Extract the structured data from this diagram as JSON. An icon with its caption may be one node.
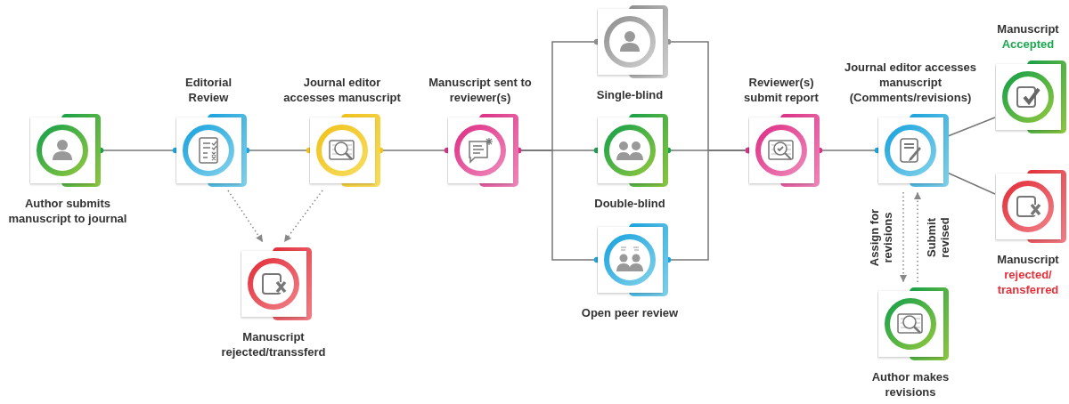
{
  "diagram": {
    "nodes": [
      {
        "text": [
          "Author submits manuscript to journal"
        ]
      },
      {
        "text": [
          "Editorial Review"
        ]
      },
      {
        "text": [
          "Journal editor accesses manuscript"
        ]
      },
      {
        "text": [
          "Manuscript sent to reviewer(s)"
        ]
      },
      {
        "text": [
          "Single-blind"
        ]
      },
      {
        "text": [
          "Double-blind"
        ]
      },
      {
        "text": [
          "Open peer review"
        ]
      },
      {
        "text": [
          "Reviewer(s) submit report"
        ]
      },
      {
        "text": [
          "Journal editor accesses manuscript (Comments/revisions)"
        ]
      },
      {
        "text": [
          "Manuscript",
          "Accepted"
        ]
      },
      {
        "text": [
          "Manuscript",
          "rejected/ transferred"
        ]
      },
      {
        "text": [
          "Author makes revisions"
        ]
      },
      {
        "text": [
          "Manuscript rejected/transsferd"
        ]
      }
    ],
    "edges": [
      {
        "from": 0,
        "to": 1,
        "arrow": "other"
      },
      {
        "from": 1,
        "to": 2,
        "arrow": "other"
      },
      {
        "from": 2,
        "to": 3,
        "arrow": "other"
      },
      {
        "from": 3,
        "to": 4,
        "arrow": "other"
      },
      {
        "from": 3,
        "to": 5,
        "arrow": "other"
      },
      {
        "from": 3,
        "to": 6,
        "arrow": "other"
      },
      {
        "from": 4,
        "to": 7,
        "arrow": "other"
      },
      {
        "from": 5,
        "to": 7,
        "arrow": "other"
      },
      {
        "from": 6,
        "to": 7,
        "arrow": "other"
      },
      {
        "from": 7,
        "to": 8,
        "arrow": "other"
      },
      {
        "from": 8,
        "to": 9,
        "arrow": "none"
      },
      {
        "from": 8,
        "to": 10,
        "arrow": "none"
      },
      {
        "from": 1,
        "to": 12,
        "arrow": "to",
        "style": "dashed"
      },
      {
        "from": 2,
        "to": 12,
        "arrow": "to",
        "style": "dashed"
      },
      {
        "from": 8,
        "to": 11,
        "arrow": "to",
        "style": "dashed",
        "label": "Assign for revisions"
      },
      {
        "from": 11,
        "to": 8,
        "arrow": "to",
        "style": "dashed",
        "label": "Submit revised"
      }
    ]
  }
}
